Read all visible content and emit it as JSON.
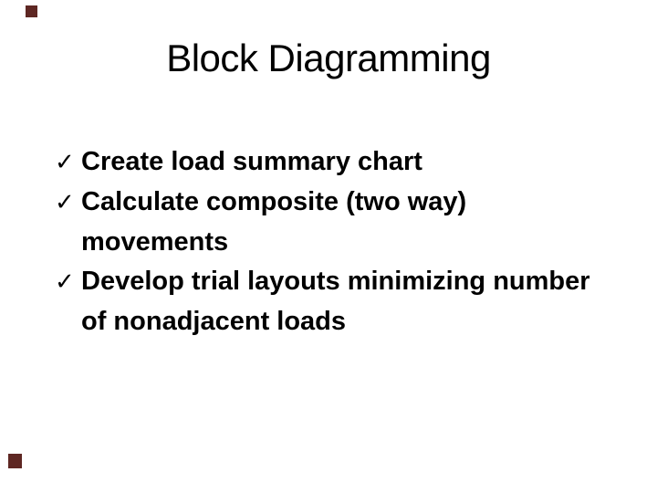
{
  "slide": {
    "title": "Block Diagramming",
    "bullets": [
      {
        "marker": "✓",
        "lines": [
          "Create load summary chart"
        ]
      },
      {
        "marker": "✓",
        "lines": [
          "Calculate composite (two way)",
          "movements"
        ]
      },
      {
        "marker": "✓",
        "lines": [
          "Develop trial layouts minimizing number",
          "of nonadjacent loads"
        ]
      }
    ]
  },
  "theme": {
    "background_color": "#FFFFFF",
    "text_color": "#000000",
    "accent_color": "#5E2723"
  }
}
